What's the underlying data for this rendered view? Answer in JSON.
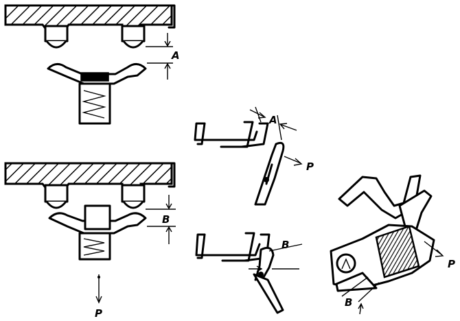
{
  "labels": {
    "gap_a_top": "A",
    "gap_b_left": "B",
    "force_p_left": "P",
    "gap_a_mid": "A",
    "force_p_mid": "P",
    "gap_b_mid": "B",
    "force_p_right": "P",
    "gap_b_right": "B"
  }
}
